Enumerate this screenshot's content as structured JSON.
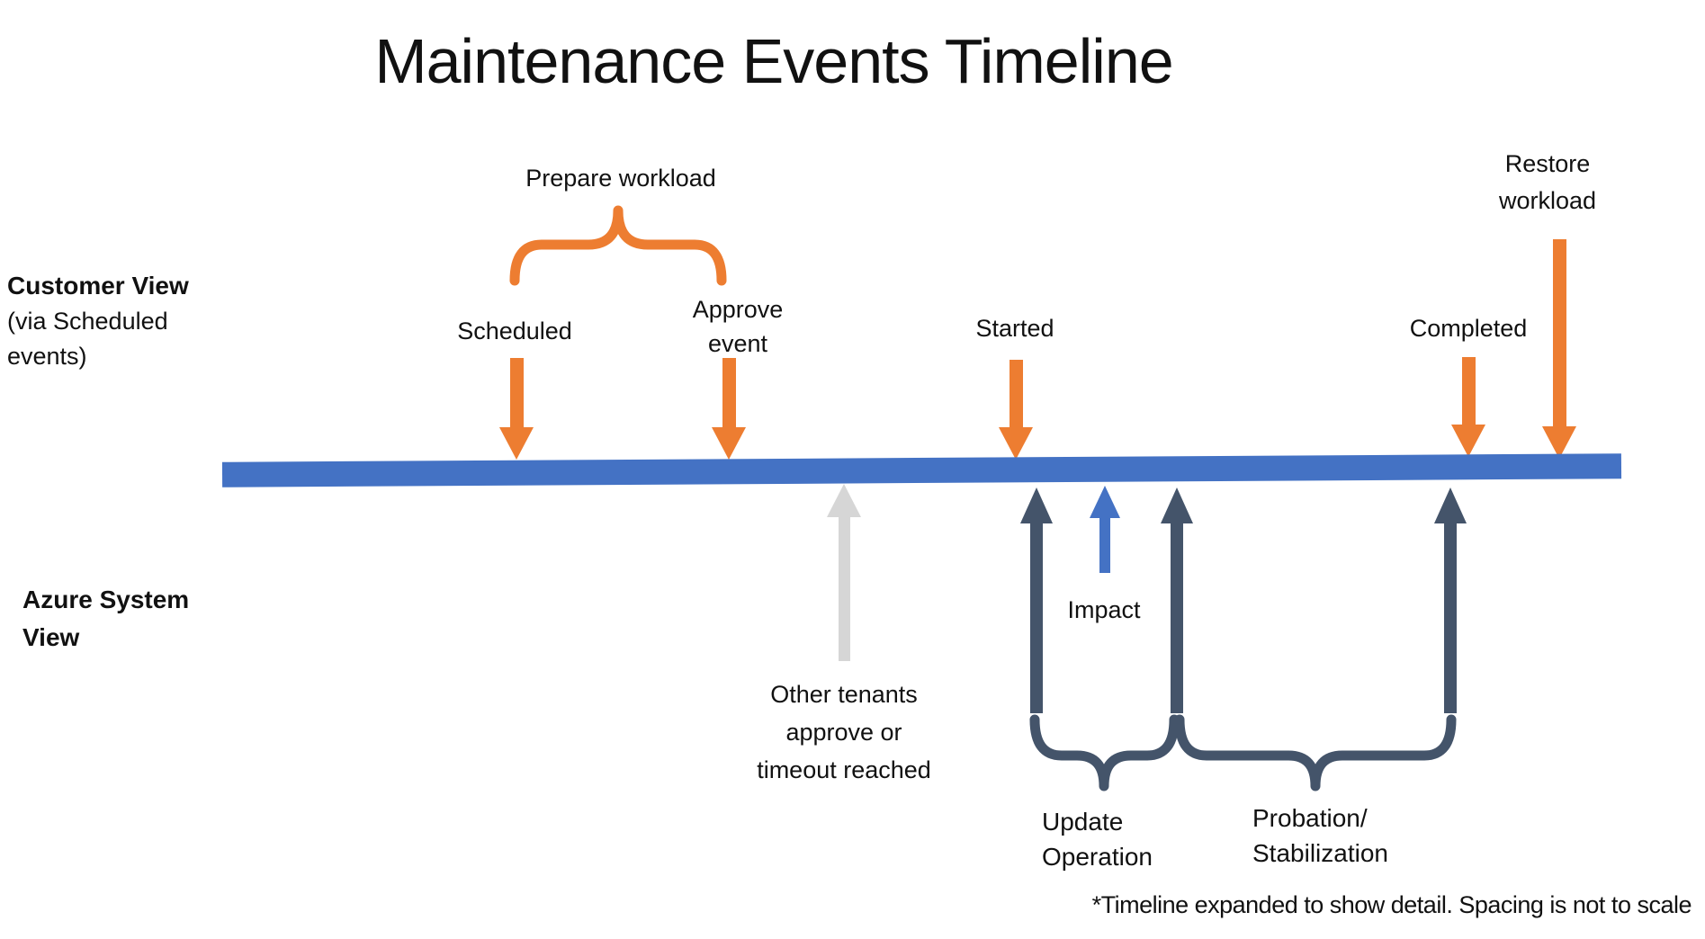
{
  "title": "Maintenance Events Timeline",
  "footnote": "*Timeline expanded to show detail. Spacing is not to scale",
  "colors": {
    "orange": "#ED7D31",
    "blue": "#4472C4",
    "dark": "#44546A",
    "gray": "#D6D6D6",
    "text": "#111111"
  },
  "customer_lane": {
    "heading": "Customer View",
    "subheading": "(via Scheduled\nevents)",
    "brace_label": "Prepare workload",
    "events": {
      "scheduled": "Scheduled",
      "approve": "Approve\nevent",
      "started": "Started",
      "completed": "Completed",
      "restore": "Restore\nworkload"
    }
  },
  "system_lane": {
    "heading": "Azure System\nView",
    "events": {
      "other_tenants": "Other tenants\napprove or\ntimeout reached",
      "impact": "Impact"
    },
    "phases": {
      "update": "Update\nOperation",
      "probation": "Probation/\nStabilization"
    }
  }
}
